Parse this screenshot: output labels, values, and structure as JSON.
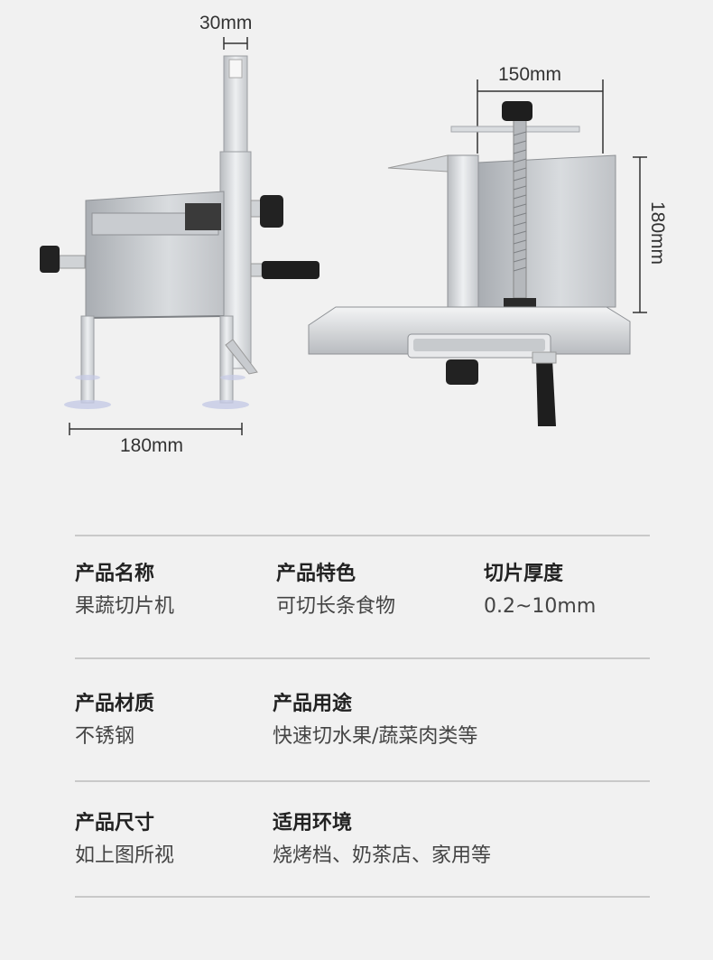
{
  "dimensions": {
    "side_width": "30mm",
    "side_depth": "180mm",
    "front_width": "150mm",
    "front_height": "180mm"
  },
  "specs": {
    "row1": [
      {
        "label": "产品名称",
        "value": "果蔬切片机"
      },
      {
        "label": "产品特色",
        "value": "可切长条食物"
      },
      {
        "label": "切片厚度",
        "value": "0.2~10mm"
      }
    ],
    "row2": [
      {
        "label": "产品材质",
        "value": "不锈钢"
      },
      {
        "label": "产品用途",
        "value": "快速切水果/蔬菜肉类等"
      }
    ],
    "row3": [
      {
        "label": "产品尺寸",
        "value": "如上图所视"
      },
      {
        "label": "适用环境",
        "value": "烧烤档、奶茶店、家用等"
      }
    ]
  },
  "colors": {
    "background": "#f1f1f1",
    "divider": "#c9c9c9",
    "steel": "#d6d8db"
  }
}
